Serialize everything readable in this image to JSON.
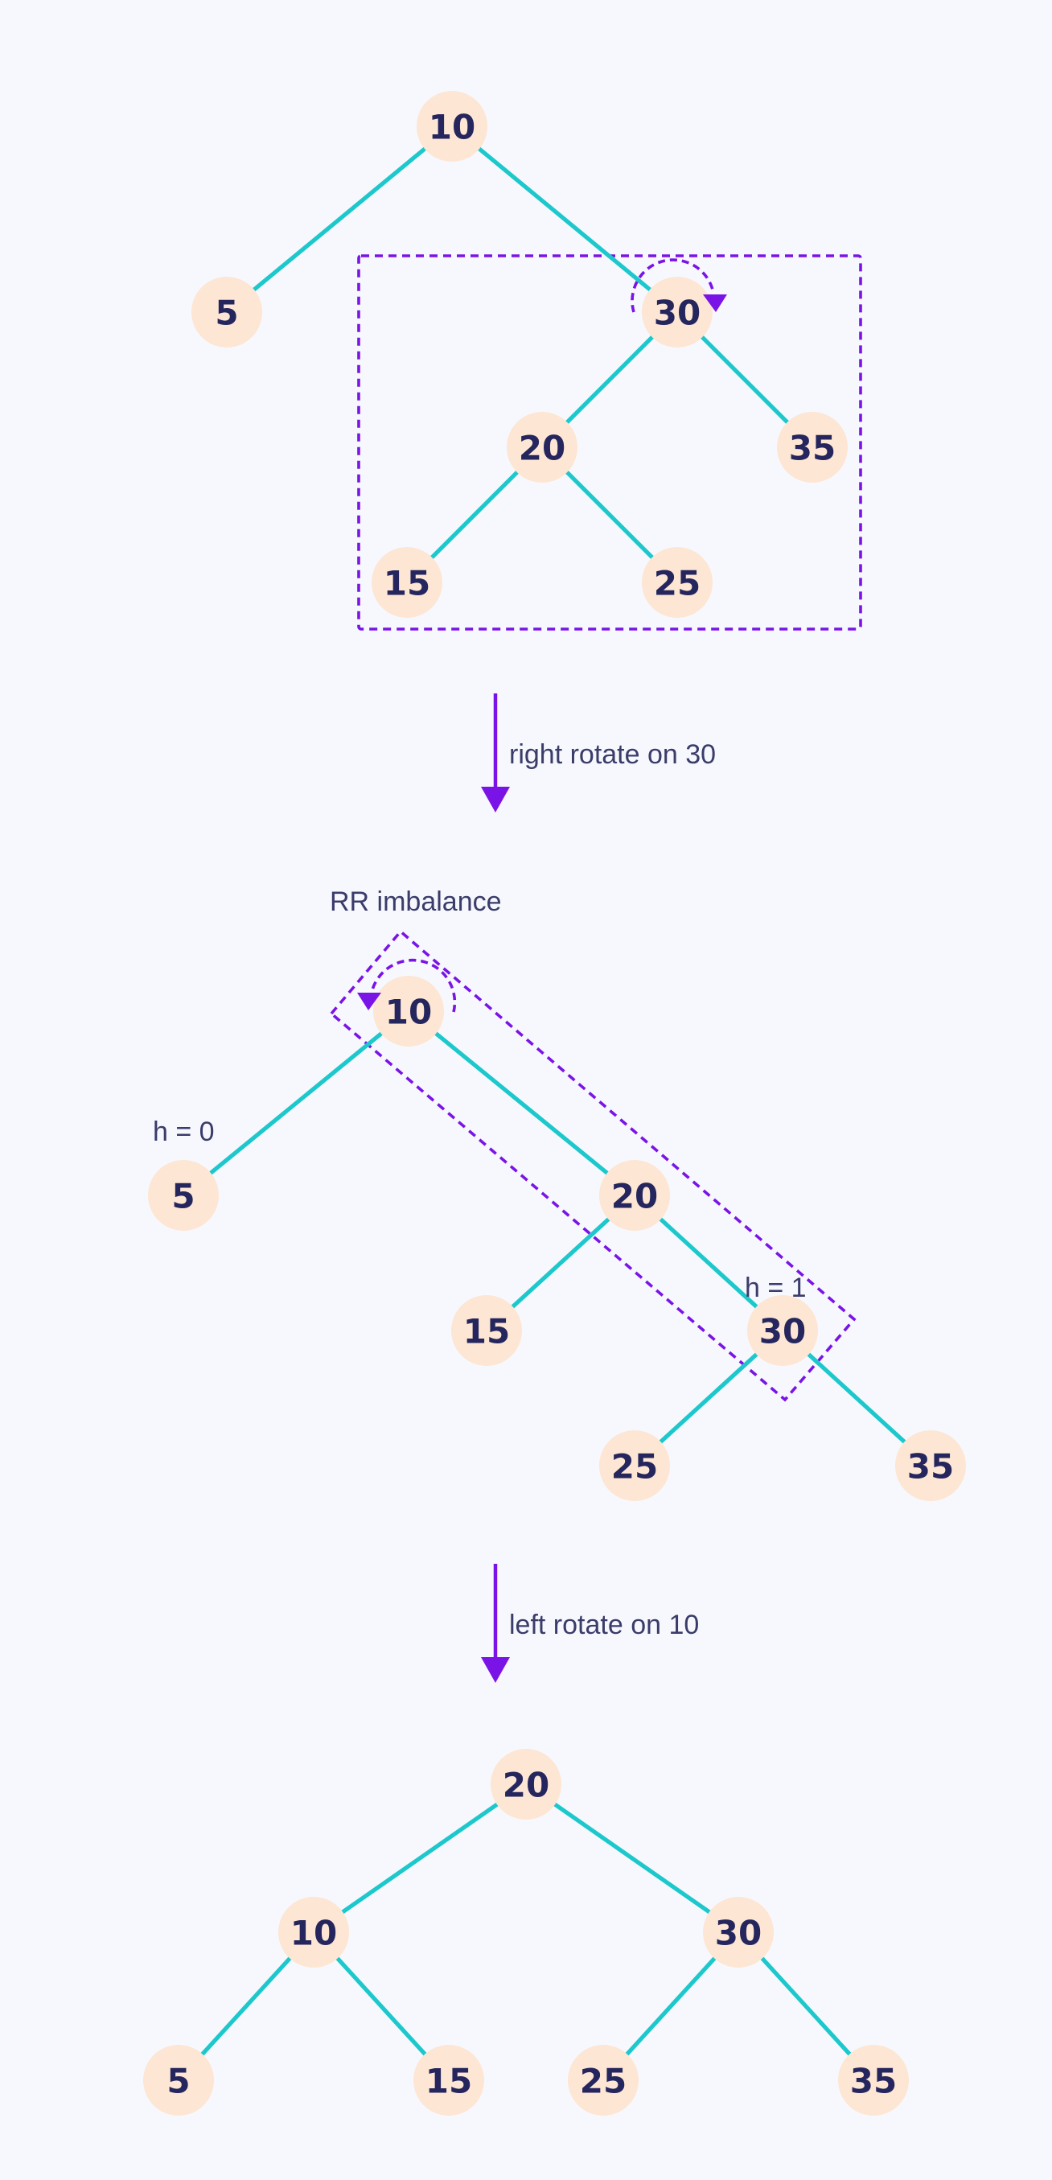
{
  "colors": {
    "background": "#f7f8fd",
    "edge": "#1dc8cc",
    "node_fill": "#fde6d3",
    "node_text": "#25265e",
    "accent": "#7a14e6",
    "label_text": "#3a3c6a"
  },
  "steps": {
    "right_rotate": "right rotate on 30",
    "left_rotate": "left rotate on 10"
  },
  "annotations": {
    "imbalance": "RR imbalance",
    "h_left": "h = 0",
    "h_right": "h = 1"
  },
  "trees": {
    "initial": {
      "nodes": [
        "10",
        "5",
        "30",
        "20",
        "35",
        "15",
        "25"
      ],
      "edges": [
        [
          "10",
          "5"
        ],
        [
          "10",
          "30"
        ],
        [
          "30",
          "20"
        ],
        [
          "30",
          "35"
        ],
        [
          "20",
          "15"
        ],
        [
          "20",
          "25"
        ]
      ]
    },
    "after_right_rotate": {
      "nodes": [
        "10",
        "5",
        "20",
        "15",
        "30",
        "25",
        "35"
      ],
      "edges": [
        [
          "10",
          "5"
        ],
        [
          "10",
          "20"
        ],
        [
          "20",
          "15"
        ],
        [
          "20",
          "30"
        ],
        [
          "30",
          "25"
        ],
        [
          "30",
          "35"
        ]
      ]
    },
    "final": {
      "nodes": [
        "20",
        "10",
        "30",
        "5",
        "15",
        "25",
        "35"
      ],
      "edges": [
        [
          "20",
          "10"
        ],
        [
          "20",
          "30"
        ],
        [
          "10",
          "5"
        ],
        [
          "10",
          "15"
        ],
        [
          "30",
          "25"
        ],
        [
          "30",
          "35"
        ]
      ]
    }
  }
}
